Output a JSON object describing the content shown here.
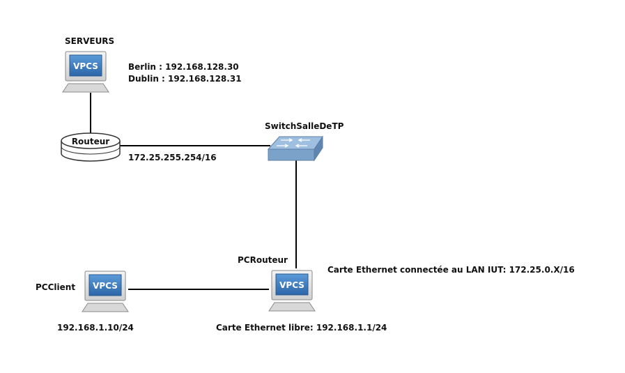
{
  "nodes": {
    "serveurs": {
      "title": "SERVEURS",
      "badge": "VPCS"
    },
    "routeur": {
      "label": "Routeur"
    },
    "switch": {
      "title": "SwitchSalleDeTP"
    },
    "pcrouteur": {
      "title": "PCRouteur",
      "badge": "VPCS"
    },
    "pcclient": {
      "title": "PCClient",
      "badge": "VPCS"
    }
  },
  "annotations": {
    "berlin": "Berlin : 192.168.128.30",
    "dublin": "Dublin : 192.168.128.31",
    "routeur_ip": "172.25.255.254/16",
    "lan_iut": "Carte Ethernet connectée au LAN IUT: 172.25.0.X/16",
    "carte_libre": "Carte Ethernet libre: 192.168.1.1/24",
    "pcclient_ip": "192.168.1.10/24"
  },
  "colors": {
    "link": "#000000",
    "screen": "#3a7cc4",
    "monitor": "#e6e6e6",
    "switch_top": "#8fb3d6",
    "switch_side": "#5f86b0"
  }
}
